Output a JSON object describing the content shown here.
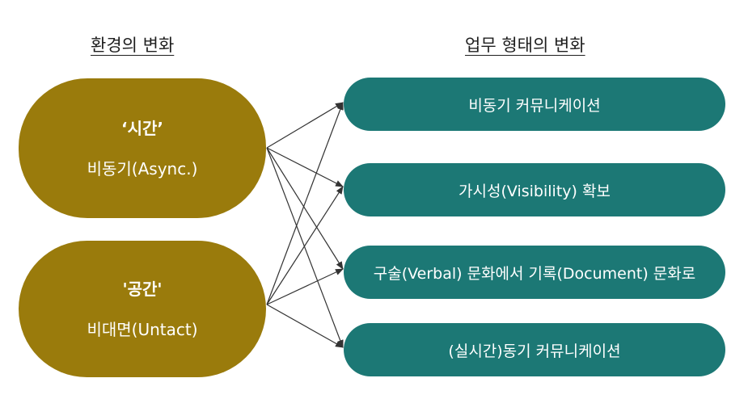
{
  "headings": {
    "environment": "환경의 변화",
    "work_style": "업무 형태의 변화"
  },
  "environment_changes": [
    {
      "label": "‘시간’",
      "detail": "비동기(Async.)"
    },
    {
      "label": "'공간'",
      "detail": "비대면(Untact)"
    }
  ],
  "work_changes": [
    "비동기 커뮤니케이션",
    "가시성(Visibility) 확보",
    "구술(Verbal) 문화에서 기록(Document) 문화로",
    "(실시간)동기 커뮤니케이션"
  ],
  "connections": [
    [
      0,
      0
    ],
    [
      0,
      1
    ],
    [
      0,
      2
    ],
    [
      0,
      3
    ],
    [
      1,
      0
    ],
    [
      1,
      1
    ],
    [
      1,
      2
    ],
    [
      1,
      3
    ]
  ],
  "colors": {
    "environment_fill": "#9a7b0c",
    "work_fill": "#1c7875",
    "arrow": "#333333"
  }
}
